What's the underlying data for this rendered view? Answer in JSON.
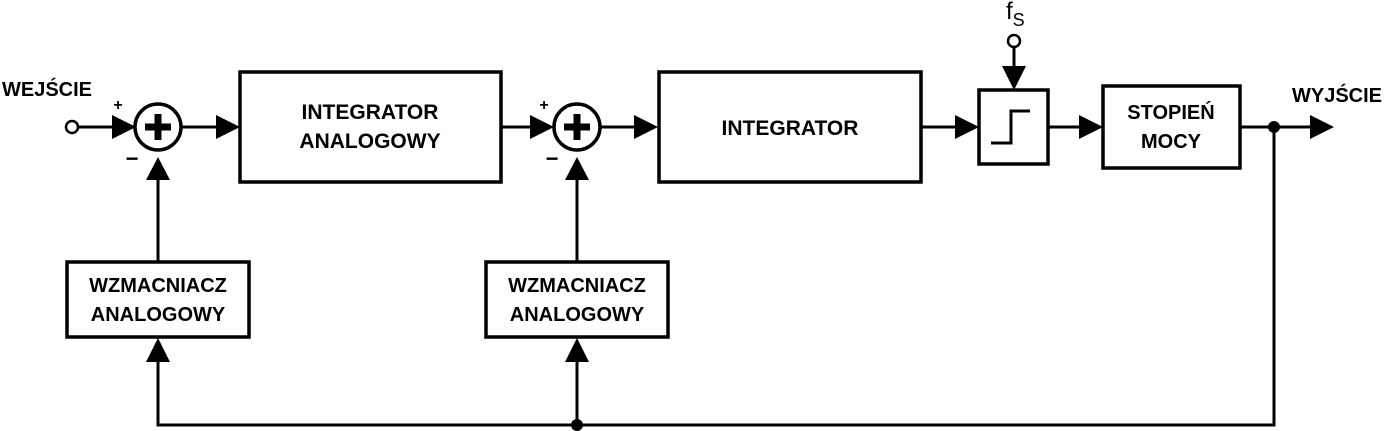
{
  "input_label": "WEJŚCIE",
  "output_label": "WYJŚCIE",
  "sampling_label": "f",
  "sampling_sub": "S",
  "sum1": {
    "plus": "+",
    "minus": "−"
  },
  "sum2": {
    "plus": "+",
    "minus": "−"
  },
  "blocks": {
    "integrator_analog": [
      "INTEGRATOR",
      "ANALOGOWY"
    ],
    "integrator": "INTEGRATOR",
    "power_stage": [
      "STOPIEŃ",
      "MOCY"
    ],
    "amp1": [
      "WZMACNIACZ",
      "ANALOGOWY"
    ],
    "amp2": [
      "WZMACNIACZ",
      "ANALOGOWY"
    ]
  }
}
